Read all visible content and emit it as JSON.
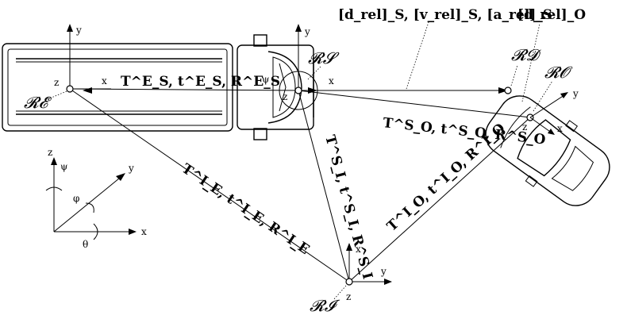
{
  "frames": {
    "ego": {
      "label": "𝓡𝓔"
    },
    "sensor": {
      "label": "𝓡𝓢"
    },
    "detection": {
      "label": "𝓡𝓓"
    },
    "object": {
      "label": "𝓡𝓞"
    },
    "inertial": {
      "label": "𝓡𝓘"
    }
  },
  "axis_labels": {
    "x": "x",
    "y": "y",
    "z": "z",
    "psi": "ψ",
    "phi": "φ",
    "theta": "θ"
  },
  "transforms": {
    "ego_to_sensor": "T^E_S, t^E_S, R^E_S",
    "sensor_to_object": "T^S_O, t^S_O, R^S_O",
    "inertial_to_ego": "T^I_E, t^I_E, R^I_E",
    "sensor_to_inertial": "T^S_I, t^S_I, R^S_I",
    "inertial_to_object": "T^I_O, t^I_O, R^I_O"
  },
  "relative_states": {
    "in_sensor_frame": "[d_rel]_S, [v_rel]_S, [a_rel]_S",
    "in_object_frame": "[d_rel]_O"
  }
}
